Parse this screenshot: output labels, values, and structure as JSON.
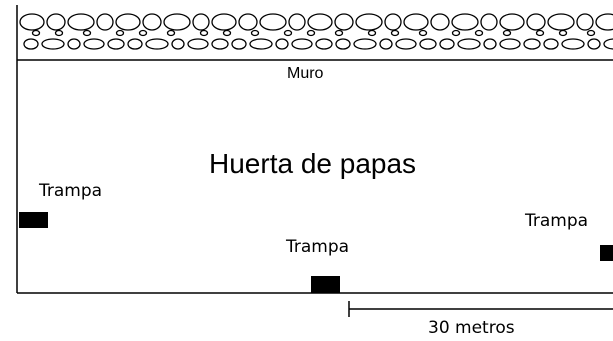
{
  "labels": {
    "wall": "Muro",
    "field": "Huerta de papas",
    "trap": "Trampa",
    "scale": "30 metros"
  },
  "traps": [
    {
      "label": "Trampa"
    },
    {
      "label": "Trampa"
    },
    {
      "label": "Trampa"
    }
  ],
  "colors": {
    "ink": "#000000",
    "background": "#ffffff"
  }
}
